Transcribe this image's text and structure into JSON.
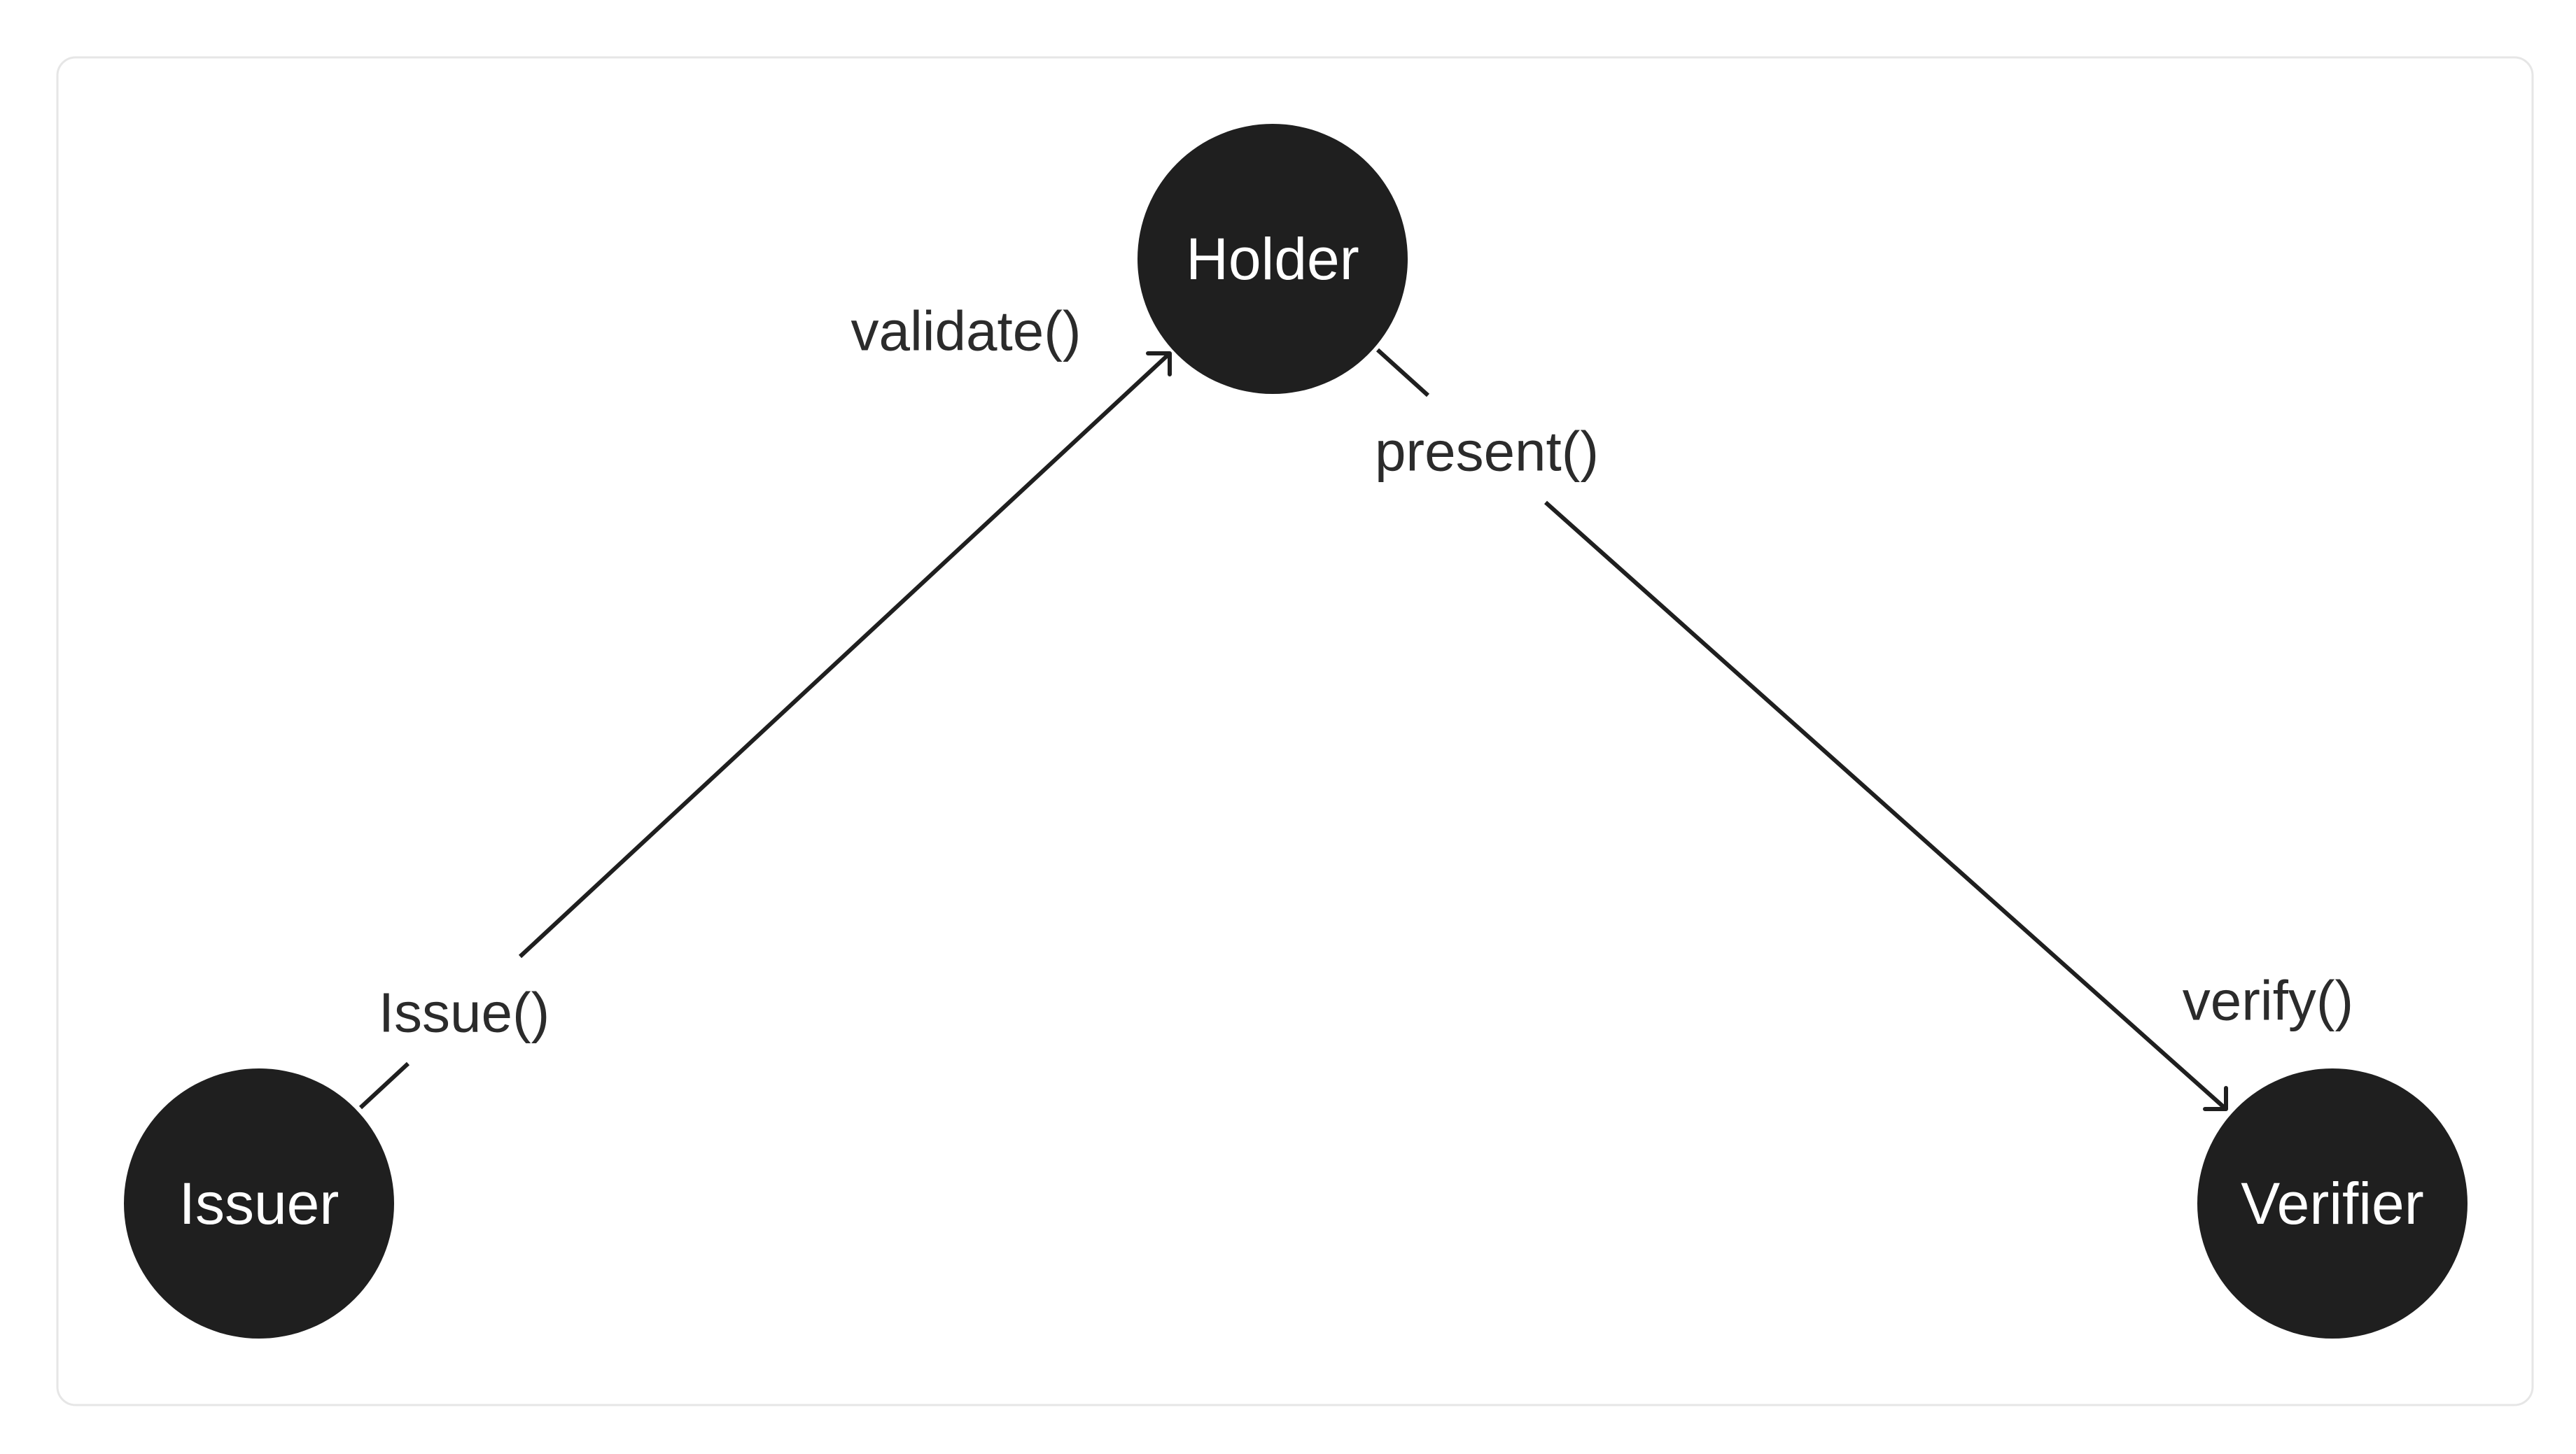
{
  "nodes": {
    "issuer": {
      "label": "Issuer"
    },
    "holder": {
      "label": "Holder"
    },
    "verifier": {
      "label": "Verifier"
    }
  },
  "edges": {
    "issue": {
      "label": "Issue()"
    },
    "validate": {
      "label": "validate()"
    },
    "present": {
      "label": "present()"
    },
    "verify": {
      "label": "verify()"
    }
  },
  "colors": {
    "node_fill": "#1f1f1f",
    "node_text": "#ffffff",
    "edge": "#1f1f1f",
    "label_text": "#2b2b2b",
    "frame_border": "#e6e6e6"
  }
}
